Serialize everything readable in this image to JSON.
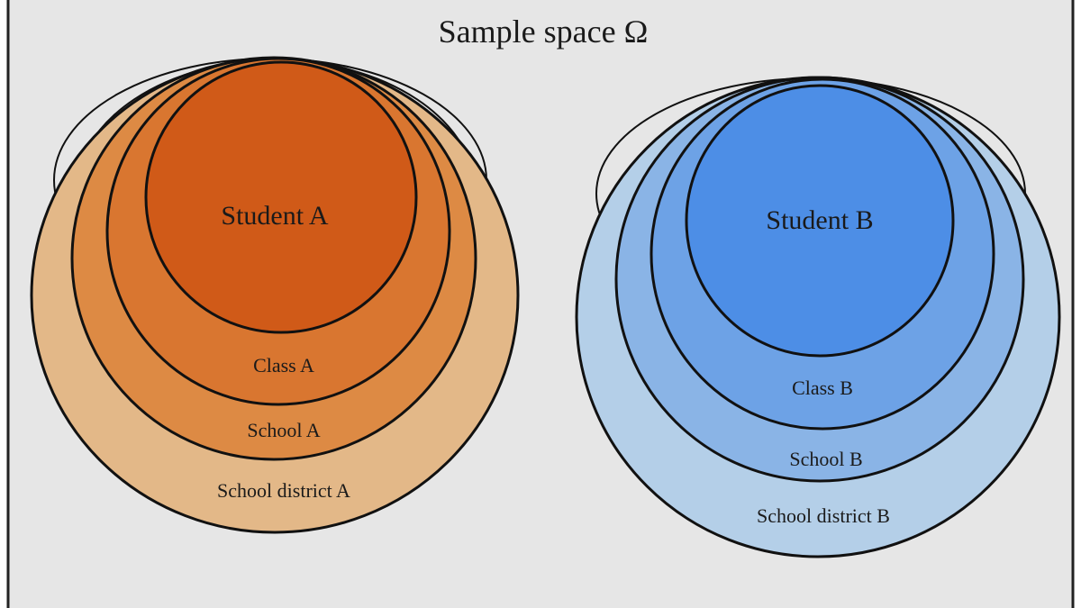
{
  "title": "Sample space Ω",
  "colors": {
    "background": "#e6e6e6",
    "frame": "#222222",
    "outline": "#111111"
  },
  "groups": [
    {
      "id": "a",
      "regions": [
        {
          "key": "district",
          "label": "School district A",
          "color": "#e3b888"
        },
        {
          "key": "school",
          "label": "School A",
          "color": "#dd8a44"
        },
        {
          "key": "class",
          "label": "Class A",
          "color": "#d97630"
        },
        {
          "key": "student",
          "label": "Student A",
          "color": "#d05a18"
        }
      ]
    },
    {
      "id": "b",
      "regions": [
        {
          "key": "district",
          "label": "School district B",
          "color": "#b4cfe8"
        },
        {
          "key": "school",
          "label": "School B",
          "color": "#8ab4e6"
        },
        {
          "key": "class",
          "label": "Class B",
          "color": "#6da2e6"
        },
        {
          "key": "student",
          "label": "Student B",
          "color": "#4d8ee6"
        }
      ]
    }
  ]
}
